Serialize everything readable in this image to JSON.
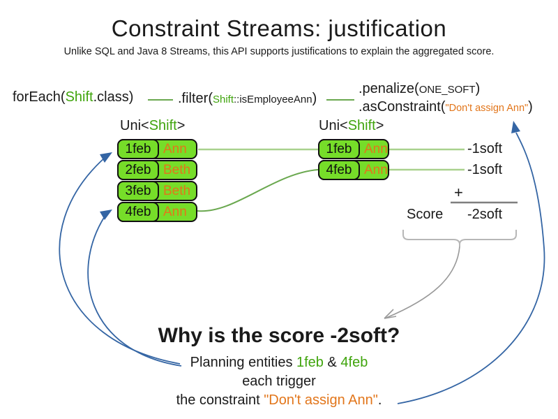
{
  "title": "Constraint Streams: justification",
  "subtitle": "Unlike SQL and Java 8 Streams, this API supports justifications to explain the aggregated score.",
  "code": {
    "foreach_pre": "forEach(",
    "foreach_class": "Shift",
    "foreach_post": ".class)",
    "filter_pre": ".filter(",
    "filter_class": "Shift",
    "filter_rest": "::isEmployeeAnn",
    "filter_close": ")",
    "penalize_pre": ".penalize(",
    "penalize_arg": "ONE_SOFT",
    "penalize_close": ")",
    "asconstraint_pre": ".asConstraint(",
    "asconstraint_arg": "\"Don't assign Ann\"",
    "asconstraint_close": ")"
  },
  "left_table": {
    "header_pre": "Uni<",
    "header_type": "Shift",
    "header_post": ">",
    "rows": [
      {
        "date": "1feb",
        "name": "Ann"
      },
      {
        "date": "2feb",
        "name": "Beth"
      },
      {
        "date": "3feb",
        "name": "Beth"
      },
      {
        "date": "4feb",
        "name": "Ann"
      }
    ]
  },
  "right_table": {
    "header_pre": "Uni<",
    "header_type": "Shift",
    "header_post": ">",
    "rows": [
      {
        "date": "1feb",
        "name": "Ann"
      },
      {
        "date": "4feb",
        "name": "Ann"
      }
    ]
  },
  "score_panel": {
    "per_scores": [
      "-1soft",
      "-1soft"
    ],
    "plus": "+",
    "score_label": "Score",
    "total": "-2soft"
  },
  "explanation": {
    "heading": "Why is the score -2soft?",
    "line1_pre": "Planning entities ",
    "line1_entity1": "1feb",
    "line1_mid": " & ",
    "line1_entity2": "4feb",
    "line2": "each trigger",
    "line3_pre": "the constraint ",
    "line3_constraint": "\"Don't assign Ann\"",
    "line3_post": "."
  },
  "colors": {
    "entity_green_fill": "#76dd29",
    "green_text": "#3fa40c",
    "orange_text": "#e2761b",
    "pale_green_line": "#a9d18e",
    "dark_green_line": "#6aa84f",
    "blue_arrow": "#3465a4",
    "gray_arrow": "#999999",
    "sum_line_gray": "#7f7f7f"
  }
}
